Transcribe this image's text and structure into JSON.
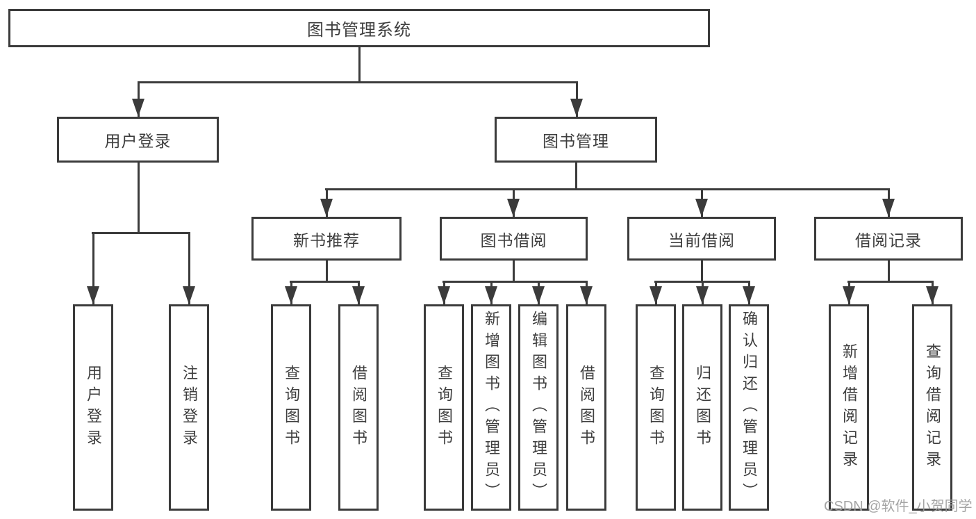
{
  "diagram": {
    "root": "图书管理系统",
    "level2": [
      {
        "label": "用户登录",
        "children": [
          "用户登录",
          "注销登录"
        ]
      },
      {
        "label": "图书管理",
        "children": [
          {
            "label": "新书推荐",
            "children": [
              "查询图书",
              "借阅图书"
            ]
          },
          {
            "label": "图书借阅",
            "children": [
              "查询图书",
              "新增图书（管理员）",
              "编辑图书（管理员）",
              "借阅图书"
            ]
          },
          {
            "label": "当前借阅",
            "children": [
              "查询图书",
              "归还图书",
              "确认归还（管理员）"
            ]
          },
          {
            "label": "借阅记录",
            "children": [
              "新增借阅记录",
              "查询借阅记录"
            ]
          }
        ]
      }
    ]
  },
  "watermark": "CSDN @软件_小贺同学",
  "colors": {
    "line": "#3b3b3b",
    "text": "#3e3e3e",
    "background": "#ffffff",
    "watermark": "#9b9b9b"
  }
}
